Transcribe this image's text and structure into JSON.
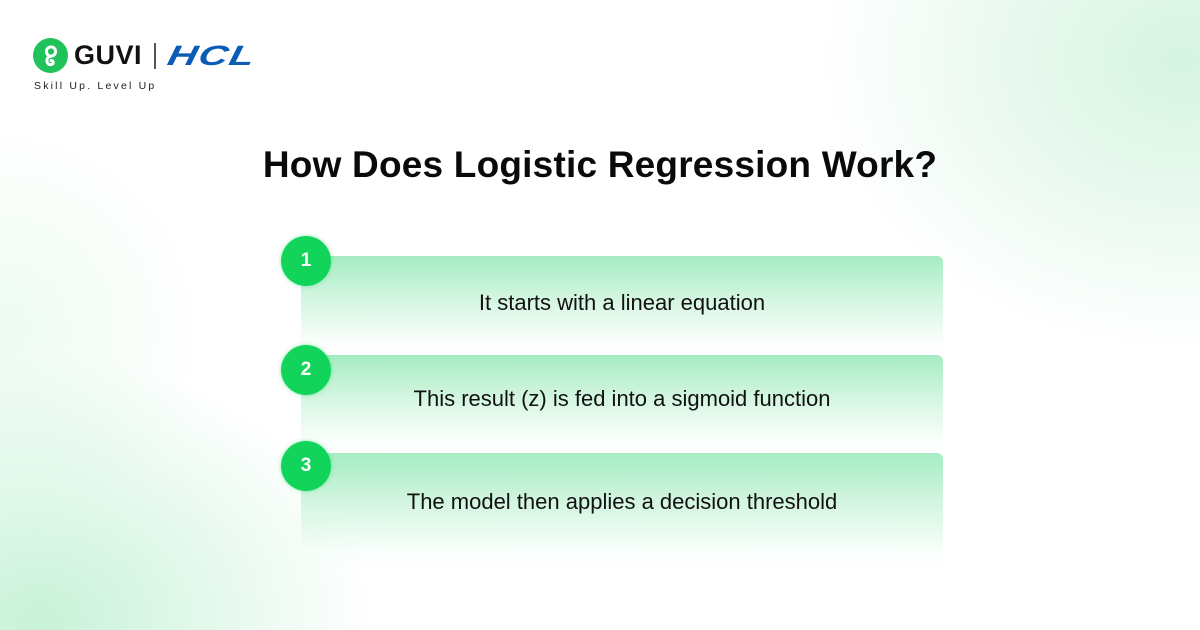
{
  "brand": {
    "guvi_label": "GUVI",
    "partner_label": "HCL",
    "tagline": "Skill Up. Level Up",
    "guvi_color": "#1fc35a",
    "hcl_color": "#0b5cb5"
  },
  "title": "How Does Logistic Regression Work?",
  "steps": [
    {
      "number": "1",
      "text": "It starts with a linear equation"
    },
    {
      "number": "2",
      "text": "This result (z) is fed into a sigmoid function"
    },
    {
      "number": "3",
      "text": "The model then applies a decision threshold"
    }
  ],
  "colors": {
    "accent_green": "#12d45a",
    "card_top": "#a5ecc2",
    "title": "#0a0a0a"
  }
}
